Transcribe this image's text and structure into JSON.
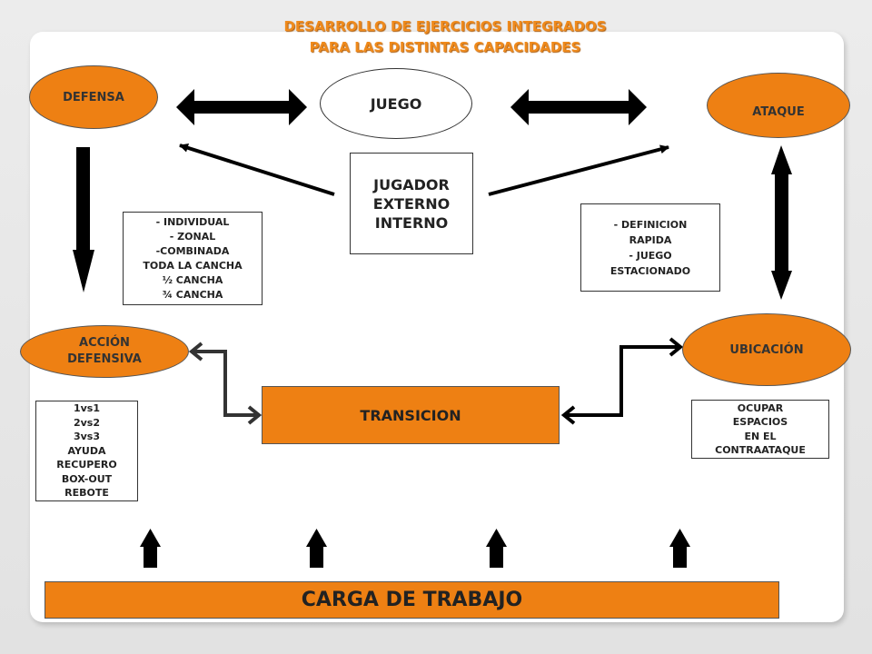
{
  "title": {
    "line1": "DESARROLLO DE EJERCICIOS INTEGRADOS",
    "line2": "PARA LAS DISTINTAS CAPACIDADES"
  },
  "nodes": {
    "defensa": "DEFENSA",
    "juego": "JUEGO",
    "ataque": "ATAQUE",
    "accion_defensiva": [
      "ACCIÓN",
      "DEFENSIVA"
    ],
    "ubicacion": "UBICACIÓN",
    "transicion": "TRANSICION",
    "carga": "CARGA DE TRABAJO"
  },
  "boxes": {
    "jugador": [
      "JUGADOR",
      "EXTERNO",
      "INTERNO"
    ],
    "defense_types": [
      "- INDIVIDUAL",
      "- ZONAL",
      "-COMBINADA",
      "TODA LA CANCHA",
      "½ CANCHA",
      "¾ CANCHA"
    ],
    "attack_types": [
      "- DEFINICION",
      "RAPIDA",
      "- JUEGO",
      "ESTACIONADO"
    ],
    "defensive_actions": [
      "1vs1",
      "2vs2",
      "3vs3",
      "AYUDA",
      "RECUPERO",
      "BOX-OUT",
      "REBOTE"
    ],
    "placement": [
      "OCUPAR",
      "ESPACIOS",
      "EN EL",
      "CONTRAATAQUE"
    ]
  },
  "colors": {
    "accent": "#ee8013",
    "title": "#ef8a1c",
    "arrow": "#000000",
    "connector": "#333333"
  }
}
